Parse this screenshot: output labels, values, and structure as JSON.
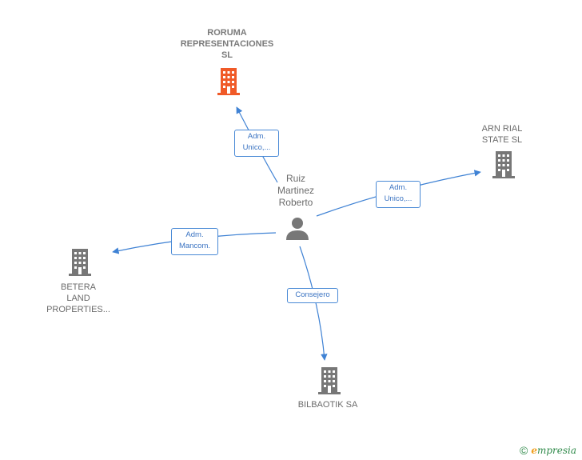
{
  "colors": {
    "edge": "#3f82d4",
    "building_default": "#777777",
    "building_highlight": "#f05a28",
    "person": "#777777"
  },
  "nodes": {
    "roruma": {
      "lines": [
        "RORUMA",
        "REPRESENTACIONES",
        "SL"
      ],
      "icon": "building-icon",
      "highlight": true
    },
    "arn": {
      "lines": [
        "ARN RIAL",
        "STATE  SL"
      ],
      "icon": "building-icon"
    },
    "person": {
      "lines": [
        "Ruiz",
        "Martinez",
        "Roberto"
      ],
      "icon": "person-icon"
    },
    "betera": {
      "lines": [
        "BETERA",
        "LAND",
        "PROPERTIES..."
      ],
      "icon": "building-icon"
    },
    "bilbaotik": {
      "lines": [
        "BILBAOTIK SA"
      ],
      "icon": "building-icon"
    }
  },
  "edges": {
    "to_roruma": {
      "lines": [
        "Adm.",
        "Unico,..."
      ]
    },
    "to_arn": {
      "lines": [
        "Adm.",
        "Unico,..."
      ]
    },
    "to_betera": {
      "lines": [
        "Adm.",
        "Mancom."
      ]
    },
    "to_bilbaotik": {
      "lines": [
        "Consejero"
      ]
    }
  },
  "footer": {
    "copyright": "©",
    "brand_initial": "e",
    "brand_rest": "mpresia"
  }
}
